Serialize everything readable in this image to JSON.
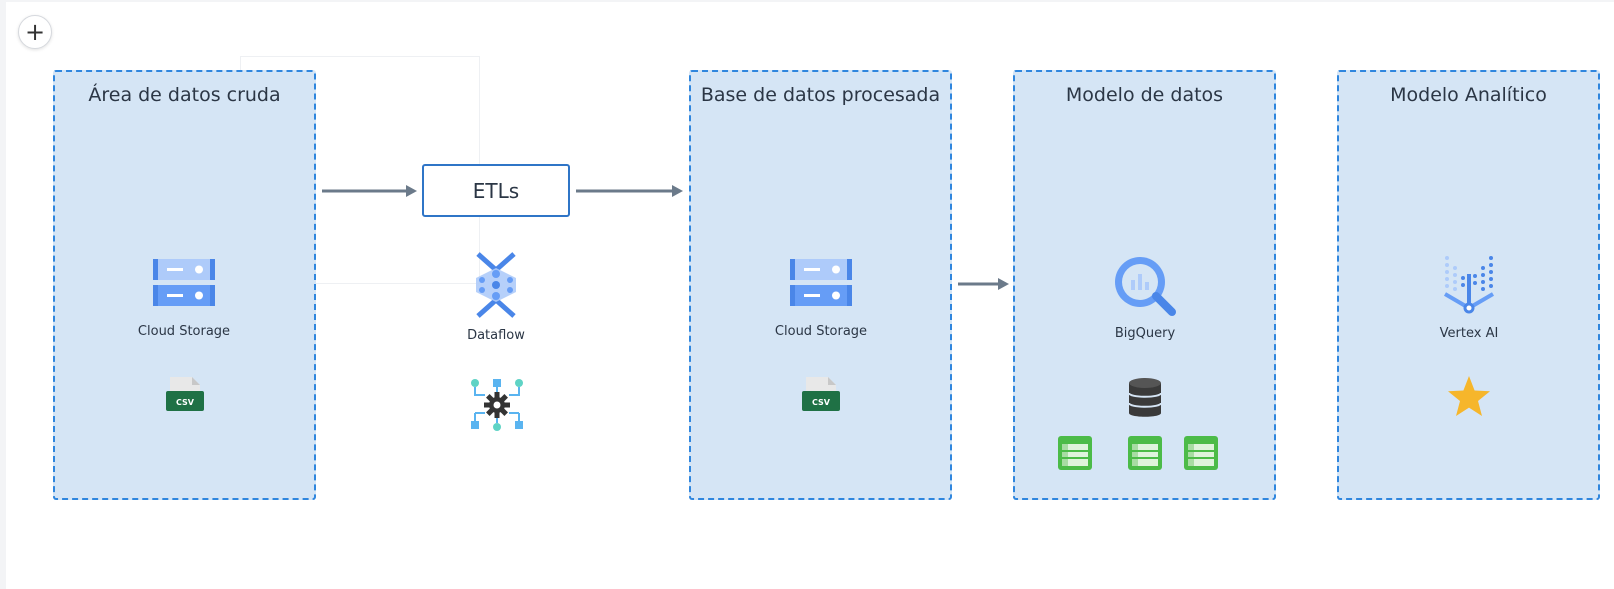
{
  "toolbar": {
    "add_symbol": "+"
  },
  "zones": {
    "raw": {
      "title": "Área de datos cruda",
      "service": "Cloud Storage",
      "file_badge": "CSV"
    },
    "processed": {
      "title": "Base de datos procesada",
      "service": "Cloud Storage",
      "file_badge": "CSV"
    },
    "model": {
      "title": "Modelo de datos",
      "service": "BigQuery"
    },
    "analytic": {
      "title": "Modelo Analítico",
      "service": "Vertex AI"
    }
  },
  "etl": {
    "label": "ETLs",
    "service": "Dataflow"
  },
  "colors": {
    "zone_fill": "#d5e5f5",
    "zone_border": "#2f86de",
    "arrow": "#6b7a8a",
    "gcp_blue": "#4a86e8",
    "sheet_green": "#4cbb48",
    "star": "#f6b62b"
  },
  "icons": [
    "plus-icon",
    "cloud-storage-icon",
    "csv-file-icon",
    "dataflow-icon",
    "automation-gear-icon",
    "bigquery-icon",
    "database-icon",
    "table-sheet-icon",
    "vertex-ai-icon",
    "star-icon"
  ]
}
